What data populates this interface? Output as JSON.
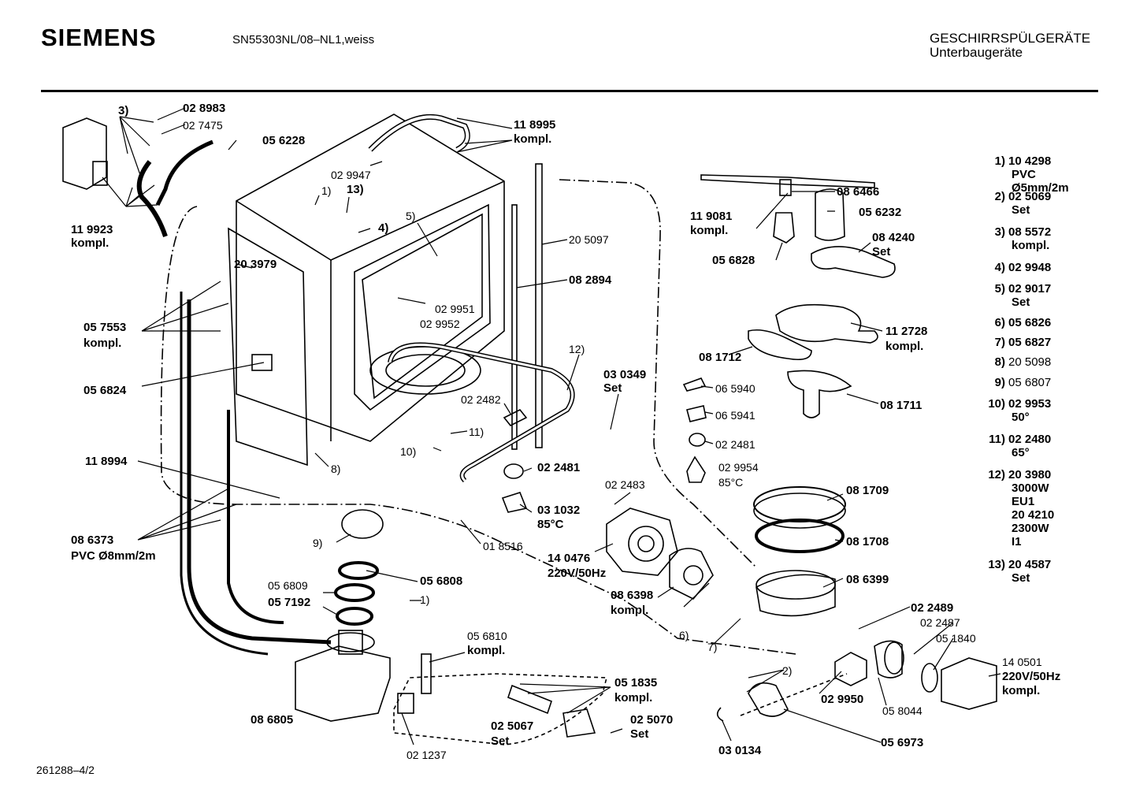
{
  "header": {
    "brand": "SIEMENS",
    "model": "SN55303NL/08–NL1,weiss",
    "category_line1": "GESCHIRRSPÜLGERÄTE",
    "category_line2": "Unterbaugeräte"
  },
  "footer": {
    "doc_number": "261288–4/2"
  },
  "callouts": {
    "c3": "3)",
    "c028983": "02 8983",
    "c027475": "02 7475",
    "c056228": "05 6228",
    "c119923a": "11 9923",
    "c119923b": "kompl.",
    "c1": "1)",
    "c13": "13)",
    "c029947": "02 9947",
    "c118995a": "11 8995",
    "c118995b": "kompl.",
    "c5": "5)",
    "c4": "4)",
    "c205097": "20 5097",
    "c203979": "20 3979",
    "c082894": "08 2894",
    "c029951": "02 9951",
    "c029952": "02 9952",
    "c057553a": "05 7553",
    "c057553b": "kompl.",
    "c056824": "05 6824",
    "c12": "12)",
    "c022482": "02 2482",
    "c030349a": "03 0349",
    "c030349b": "Set",
    "c11": "11)",
    "c10": "10)",
    "c8": "8)",
    "c118994": "11 8994",
    "c022481b": "02 2481",
    "c031032": "03 1032",
    "c85b": "85°C",
    "c086373a": "08 6373",
    "c086373b": "PVC Ø8mm/2m",
    "c9": "9)",
    "c018516": "01 8516",
    "c056808": "05 6808",
    "c056809": "05 6809",
    "c057192": "05 7192",
    "c1b": "1)",
    "c022483": "02 2483",
    "c140476a": "14 0476",
    "c140476b": "220V/50Hz",
    "c086398a": "08 6398",
    "c086398b": "kompl.",
    "c056810a": "05 6810",
    "c056810b": "kompl.",
    "c086805": "08 6805",
    "c021237": "02 1237",
    "c051835a": "05 1835",
    "c051835b": "kompl.",
    "c025067a": "02 5067",
    "c025067b": "Set",
    "c025070a": "02 5070",
    "c025070b": "Set",
    "c6": "6)",
    "c7": "7)",
    "c086466": "08 6466",
    "c119081a": "11 9081",
    "c119081b": "kompl.",
    "c056232": "05 6232",
    "c084240a": "08 4240",
    "c084240b": "Set",
    "c056828": "05 6828",
    "c112728a": "11 2728",
    "c112728b": "kompl.",
    "c081712": "08 1712",
    "c065940": "06 5940",
    "c065941": "06 5941",
    "c081711": "08 1711",
    "c022481a": "02 2481",
    "c029954": "02 9954",
    "c85a": "85°C",
    "c081709": "08 1709",
    "c081708": "08 1708",
    "c086399": "08 6399",
    "c022489": "02 2489",
    "c022487": "02 2487",
    "c051840": "05 1840",
    "c2": "2)",
    "c029950": "02 9950",
    "c058044": "05 8044",
    "c140501a": "14 0501",
    "c140501b": "220V/50Hz",
    "c140501c": "kompl.",
    "c030134": "03 0134",
    "c056973": "05 6973"
  },
  "legend": [
    {
      "num": "1)",
      "code": "10 4298",
      "sub": [
        "PVC Ø5mm/2m"
      ]
    },
    {
      "num": "2)",
      "code": "02 5069",
      "sub": [
        "Set"
      ]
    },
    {
      "num": "3)",
      "code": "08 5572",
      "sub": [
        "kompl."
      ]
    },
    {
      "num": "4)",
      "code": "02 9948",
      "sub": []
    },
    {
      "num": "5)",
      "code": "02 9017",
      "sub": [
        "Set"
      ]
    },
    {
      "num": "6)",
      "code": "05 6826",
      "sub": []
    },
    {
      "num": "7)",
      "code": "05 6827",
      "sub": []
    },
    {
      "num": "8)",
      "code": "20 5098",
      "sub": [],
      "light": true
    },
    {
      "num": "9)",
      "code": "05 6807",
      "sub": [],
      "light": true
    },
    {
      "num": "10)",
      "code": "02 9953",
      "sub": [
        "50°"
      ]
    },
    {
      "num": "11)",
      "code": "02 2480",
      "sub": [
        "65°"
      ]
    },
    {
      "num": "12)",
      "code": "20 3980",
      "sub": [
        "3000W",
        "EU1",
        "20 4210",
        "2300W",
        "I1"
      ]
    },
    {
      "num": "13)",
      "code": "20 4587",
      "sub": [
        "Set"
      ]
    }
  ]
}
